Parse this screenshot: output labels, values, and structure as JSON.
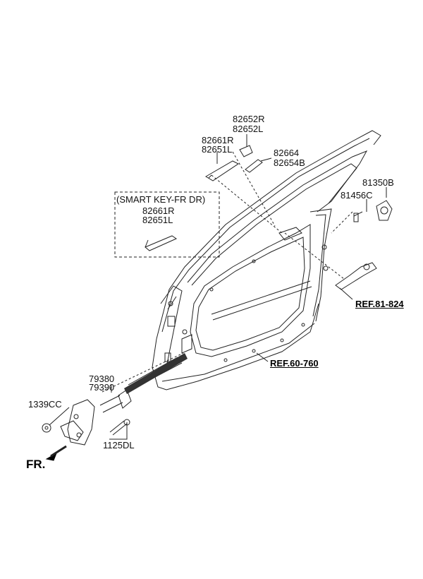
{
  "labels": {
    "p82652R": "82652R",
    "p82652L": "82652L",
    "p82661R": "82661R",
    "p82651L": "82651L",
    "p82664": "82664",
    "p82654B": "82654B",
    "smart_key_title": "(SMART KEY-FR DR)",
    "smart_82661R": "82661R",
    "smart_82651L": "82651L",
    "p81350B": "81350B",
    "p81456C": "81456C",
    "p79380": "79380",
    "p79390": "79390",
    "p1339CC": "1339CC",
    "p1125DL": "1125DL"
  },
  "refs": {
    "ref_81_824": "REF.81-824",
    "ref_60_760": "REF.60-760"
  },
  "direction": {
    "fr": "FR."
  }
}
